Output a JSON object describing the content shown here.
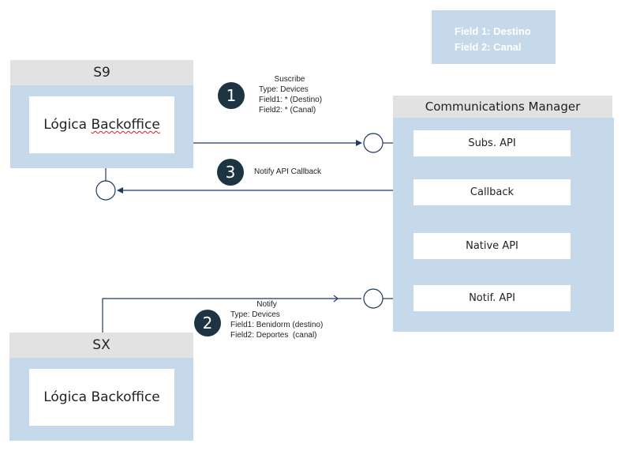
{
  "legend": {
    "line1": "Field 1: Destino",
    "line2": "Field 2: Canal"
  },
  "s9": {
    "title": "S9",
    "inner_prefix": "Lógica ",
    "inner_word": "Backoffice"
  },
  "sx": {
    "title": "SX",
    "inner": "Lógica Backoffice"
  },
  "cm": {
    "title": "Communications Manager",
    "apis": [
      "Subs. API",
      "Callback",
      "Native API",
      "Notif. API"
    ]
  },
  "steps": [
    {
      "num": "1",
      "lines": [
        "Suscribe",
        "Type: Devices",
        "Field1: * (Destino)",
        "Field2: * (Canal)"
      ]
    },
    {
      "num": "2",
      "lines": [
        "Notify",
        "Type: Devices",
        "Field1: Benidorm (destino)",
        "Field2: Deportes  (canal)"
      ]
    },
    {
      "num": "3",
      "lines": [
        "Notify API Callback"
      ]
    }
  ],
  "colors": {
    "box_blue": "#c5d9eb",
    "header_grey": "#e2e2e2",
    "badge": "#1d3442",
    "line": "#1f3864"
  }
}
